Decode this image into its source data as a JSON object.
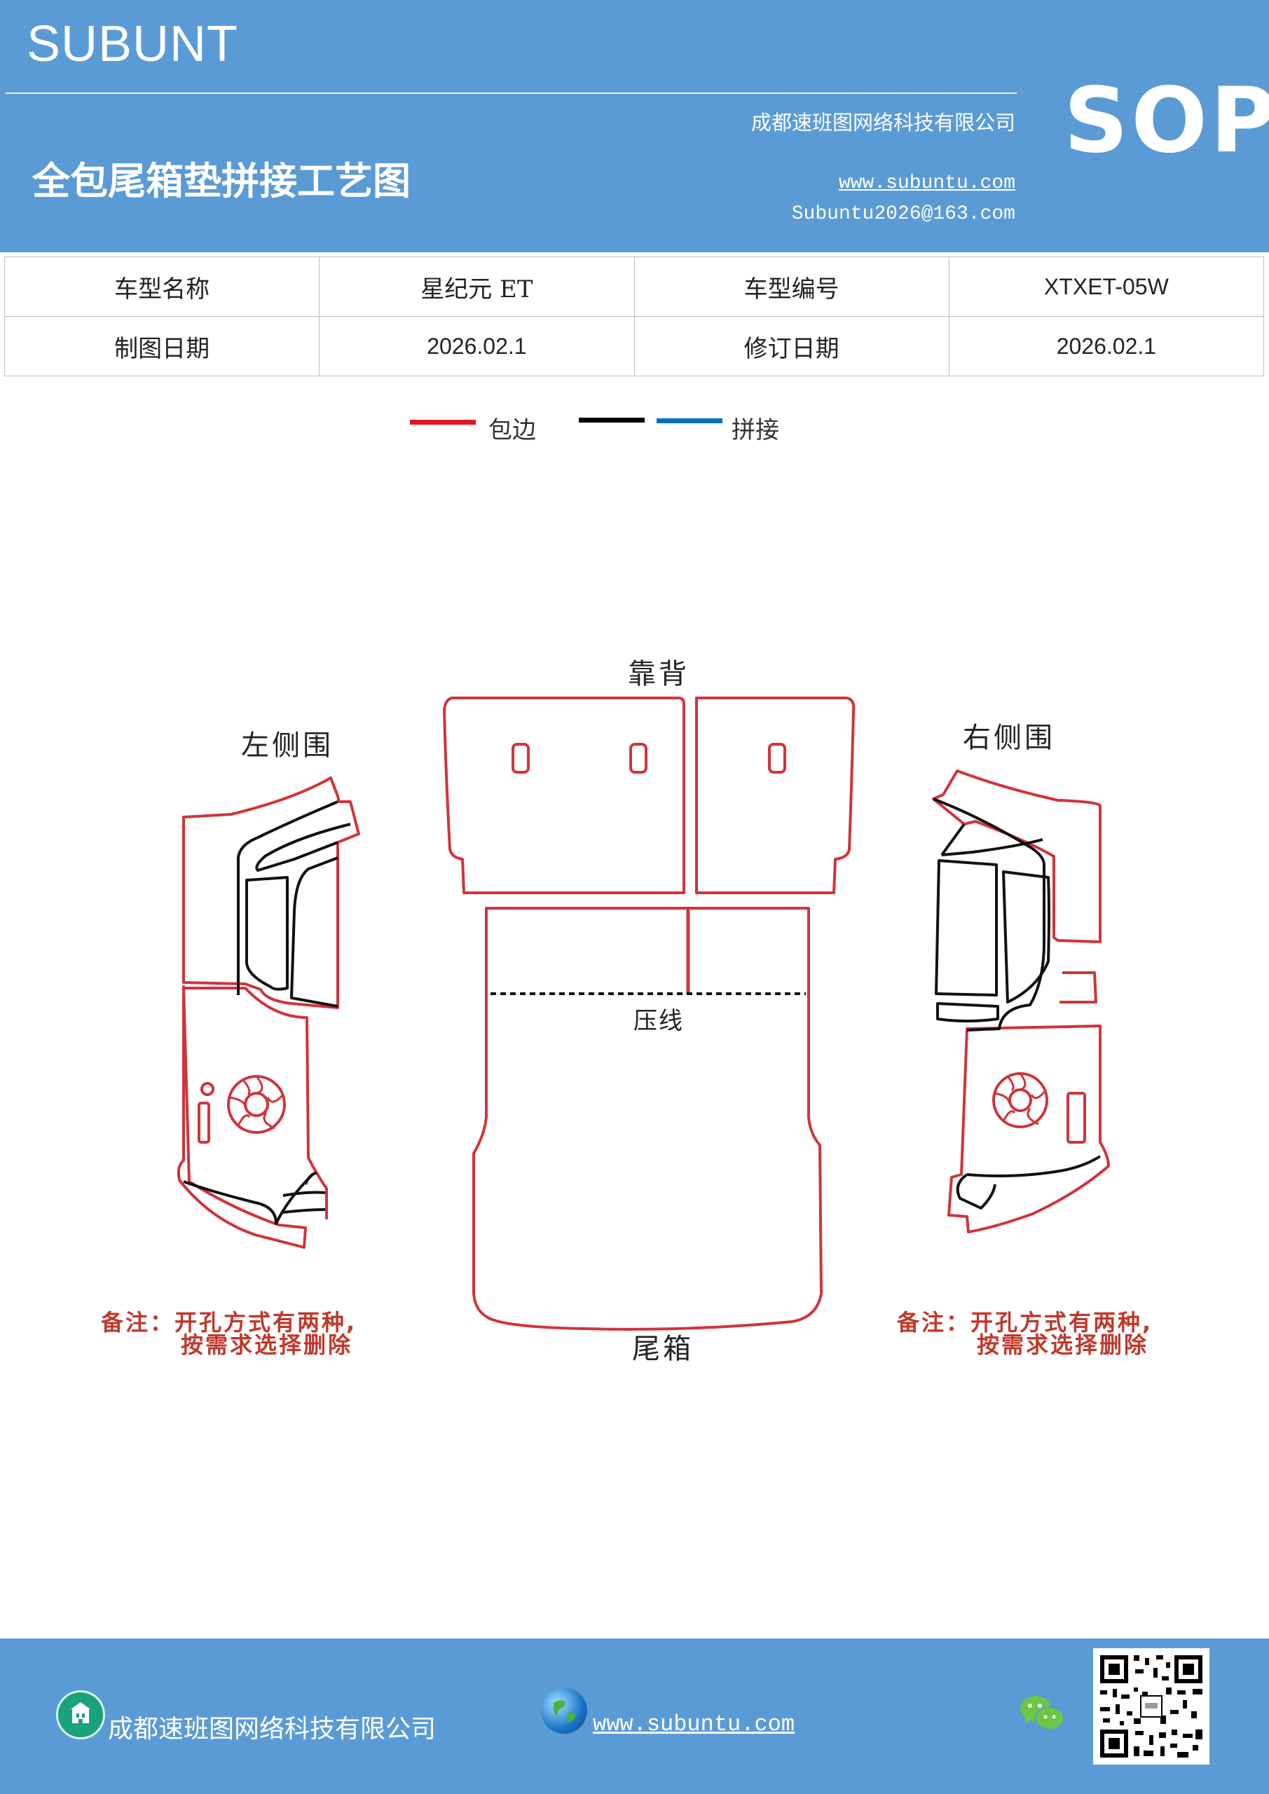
{
  "header": {
    "brand": "SUBUNT",
    "title": "全包尾箱垫拼接工艺图",
    "company": "成都速班图网络科技有限公司",
    "website": "www.subuntu.com",
    "email": "Subuntu2026@163.com",
    "badge": "SOP"
  },
  "info_table": {
    "rows": [
      [
        "车型名称",
        "星纪元 ET",
        "车型编号",
        "XTXET-05W"
      ],
      [
        "制图日期",
        "2026.02.1",
        "修订日期",
        "2026.02.1"
      ]
    ]
  },
  "legend": {
    "items": [
      {
        "label": "包边",
        "color": "#e8141b"
      },
      {
        "label": "",
        "color": "#000000"
      },
      {
        "label": "拼接",
        "color": "#0070c0"
      }
    ]
  },
  "diagram": {
    "labels": {
      "back": "靠背",
      "left": "左侧围",
      "right": "右侧围",
      "press_line": "压线",
      "trunk": "尾箱"
    },
    "note_left": [
      "备注：开孔方式有两种,",
      "按需求选择删除"
    ],
    "note_right": [
      "备注：开孔方式有两种,",
      "按需求选择删除"
    ],
    "colors": {
      "edge": "#d0343b",
      "seam": "#111111",
      "note": "#c0392b"
    }
  },
  "footer": {
    "company": "成都速班图网络科技有限公司",
    "website": "www.subuntu.com",
    "icons": [
      "building-icon",
      "globe-icon",
      "wechat-icon",
      "qr-code"
    ]
  }
}
